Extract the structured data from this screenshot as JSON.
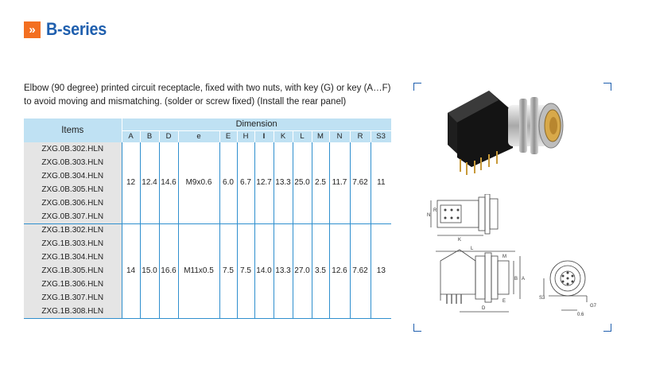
{
  "header": {
    "icon": "»",
    "title": "B-series"
  },
  "description": {
    "line1": "Elbow (90 degree) printed circuit receptacle, fixed with two nuts, with key (G) or key (A…F)",
    "line2": "to avoid moving and mismatching. (solder or screw fixed) (Install the rear panel)"
  },
  "table": {
    "items_header": "Items",
    "dimension_header": "Dimension",
    "columns": [
      "A",
      "B",
      "D",
      "e",
      "E",
      "H",
      "I",
      "K",
      "L",
      "M",
      "N",
      "R",
      "S3"
    ],
    "groups": [
      {
        "items": [
          "ZXG.0B.302.HLN",
          "ZXG.0B.303.HLN",
          "ZXG.0B.304.HLN",
          "ZXG.0B.305.HLN",
          "ZXG.0B.306.HLN",
          "ZXG.0B.307.HLN"
        ],
        "values": [
          "12",
          "12.4",
          "14.6",
          "M9x0.6",
          "6.0",
          "6.7",
          "12.7",
          "13.3",
          "25.0",
          "2.5",
          "11.7",
          "7.62",
          "11"
        ]
      },
      {
        "items": [
          "ZXG.1B.302.HLN",
          "ZXG.1B.303.HLN",
          "ZXG.1B.304.HLN",
          "ZXG.1B.305.HLN",
          "ZXG.1B.306.HLN",
          "ZXG.1B.307.HLN",
          "ZXG.1B.308.HLN"
        ],
        "values": [
          "14",
          "15.0",
          "16.6",
          "M11x0.5",
          "7.5",
          "7.5",
          "14.0",
          "13.3",
          "27.0",
          "3.5",
          "12.6",
          "7.62",
          "13"
        ]
      }
    ]
  },
  "drawing_labels": {
    "top_view": [
      "N",
      "R",
      "K"
    ],
    "side_view": [
      "L",
      "M",
      "E",
      "A",
      "B",
      "D"
    ],
    "front_view": [
      "S3",
      "G7",
      "0.6"
    ]
  },
  "colors": {
    "accent_orange": "#f36f21",
    "title_blue": "#1f5fae",
    "table_header": "#bfe1f3",
    "table_item_bg": "#e5e5e5",
    "table_line": "#2f8fce"
  }
}
